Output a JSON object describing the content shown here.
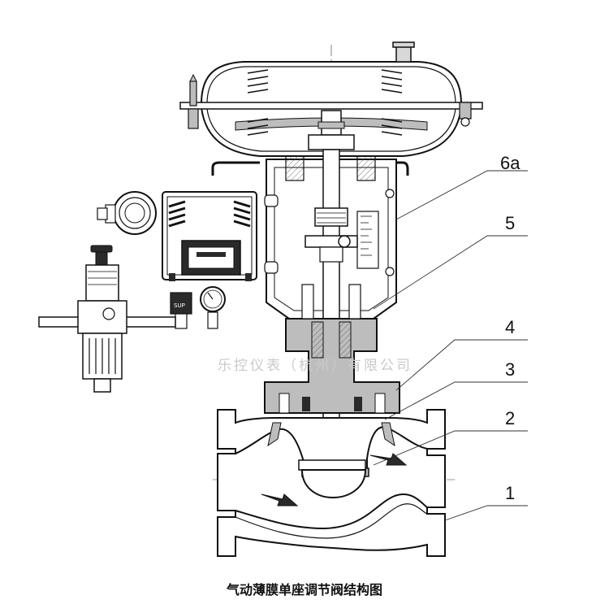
{
  "callouts": [
    {
      "label": "6a"
    },
    {
      "label": "5"
    },
    {
      "label": "4"
    },
    {
      "label": "3"
    },
    {
      "label": "2"
    },
    {
      "label": "1"
    }
  ],
  "watermark": "乐控仪表（杭州）有限公司",
  "caption": "气动薄膜单座调节阀结构图",
  "sup_label": "SUP",
  "colors": {
    "line": "#111111",
    "section_fill": "#bdbdbd",
    "dark_fill": "#2a2a2a",
    "light_fill": "#e6e6e6"
  }
}
